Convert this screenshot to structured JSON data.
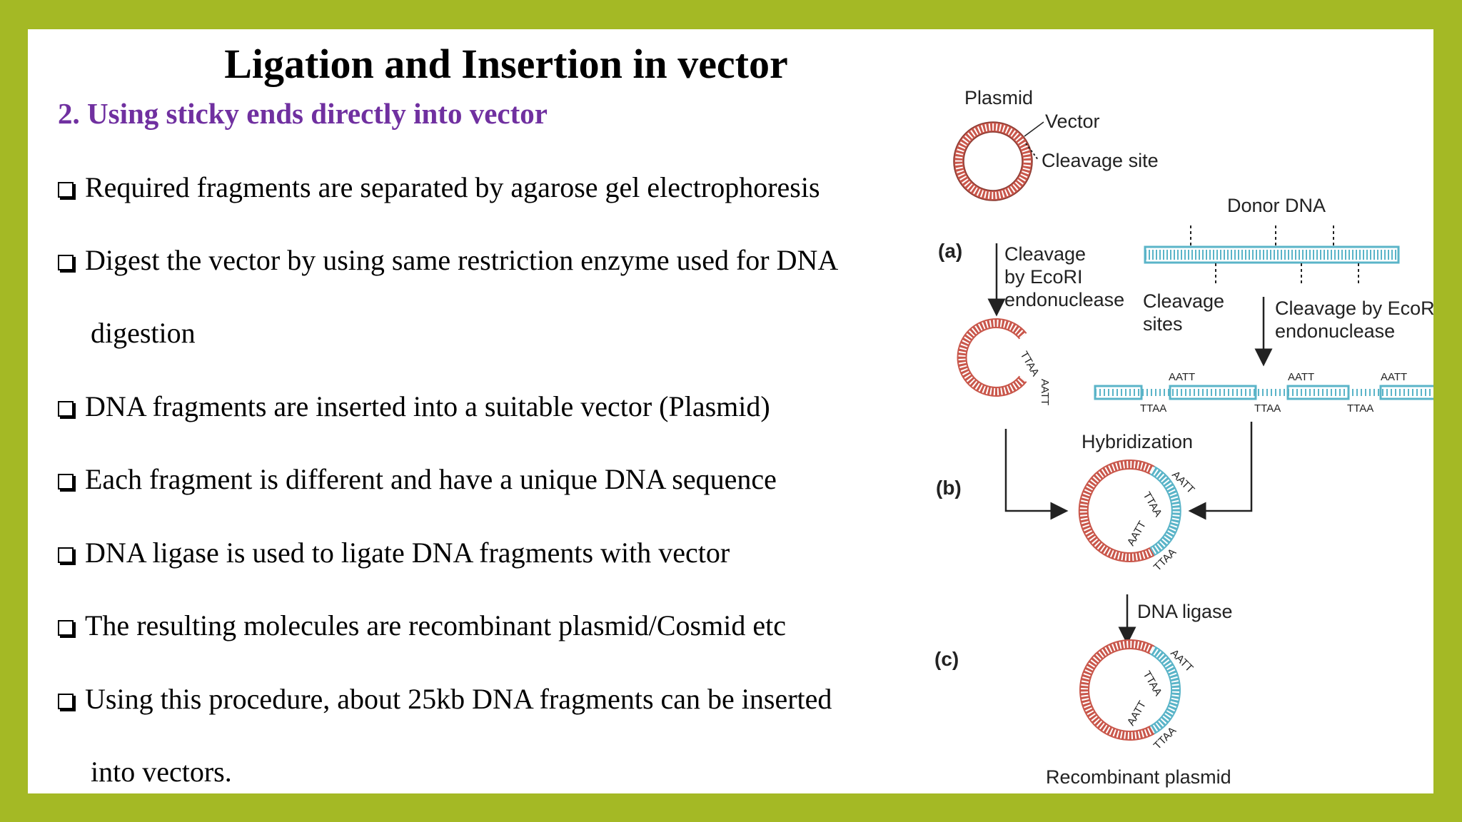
{
  "title": "Ligation and Insertion in vector",
  "subtitle": "2. Using sticky ends directly into vector",
  "bullets": [
    {
      "line1": "Required fragments are separated by agarose gel electrophoresis"
    },
    {
      "line1": "Digest the vector by using same restriction enzyme used for DNA",
      "line2": "digestion"
    },
    {
      "line1": "DNA fragments are inserted into a suitable vector (Plasmid)"
    },
    {
      "line1": "Each fragment is different and have a unique DNA sequence"
    },
    {
      "line1": "DNA ligase is used to ligate DNA fragments with vector"
    },
    {
      "line1": "The resulting molecules are recombinant plasmid/Cosmid etc"
    },
    {
      "line1": "Using this procedure, about 25kb DNA fragments can be inserted",
      "line2": "into vectors."
    }
  ],
  "figure": {
    "plasmid": "Plasmid",
    "vector": "Vector",
    "cleavage_site": "Cleavage site",
    "donor_dna": "Donor DNA",
    "panel_a": "(a)",
    "panel_b": "(b)",
    "panel_c": "(c)",
    "cleavage_by": "Cleavage",
    "by_ecori": "by EcoRI",
    "endonuclease": "endonuclease",
    "cleavage": "Cleavage",
    "sites": "sites",
    "cleavage_by_ecori": "Cleavage by EcoRI",
    "endonuclease2": "endonuclease",
    "aatt": "AATT",
    "ttaa": "TTAA",
    "hybridization": "Hybridization",
    "dna_ligase": "DNA ligase",
    "recombinant_plasmid": "Recombinant plasmid"
  },
  "colors": {
    "border": "#a4b925",
    "subtitle": "#7030a0",
    "vector_dna": "#c9574b",
    "donor_dna": "#5ab4c8"
  }
}
